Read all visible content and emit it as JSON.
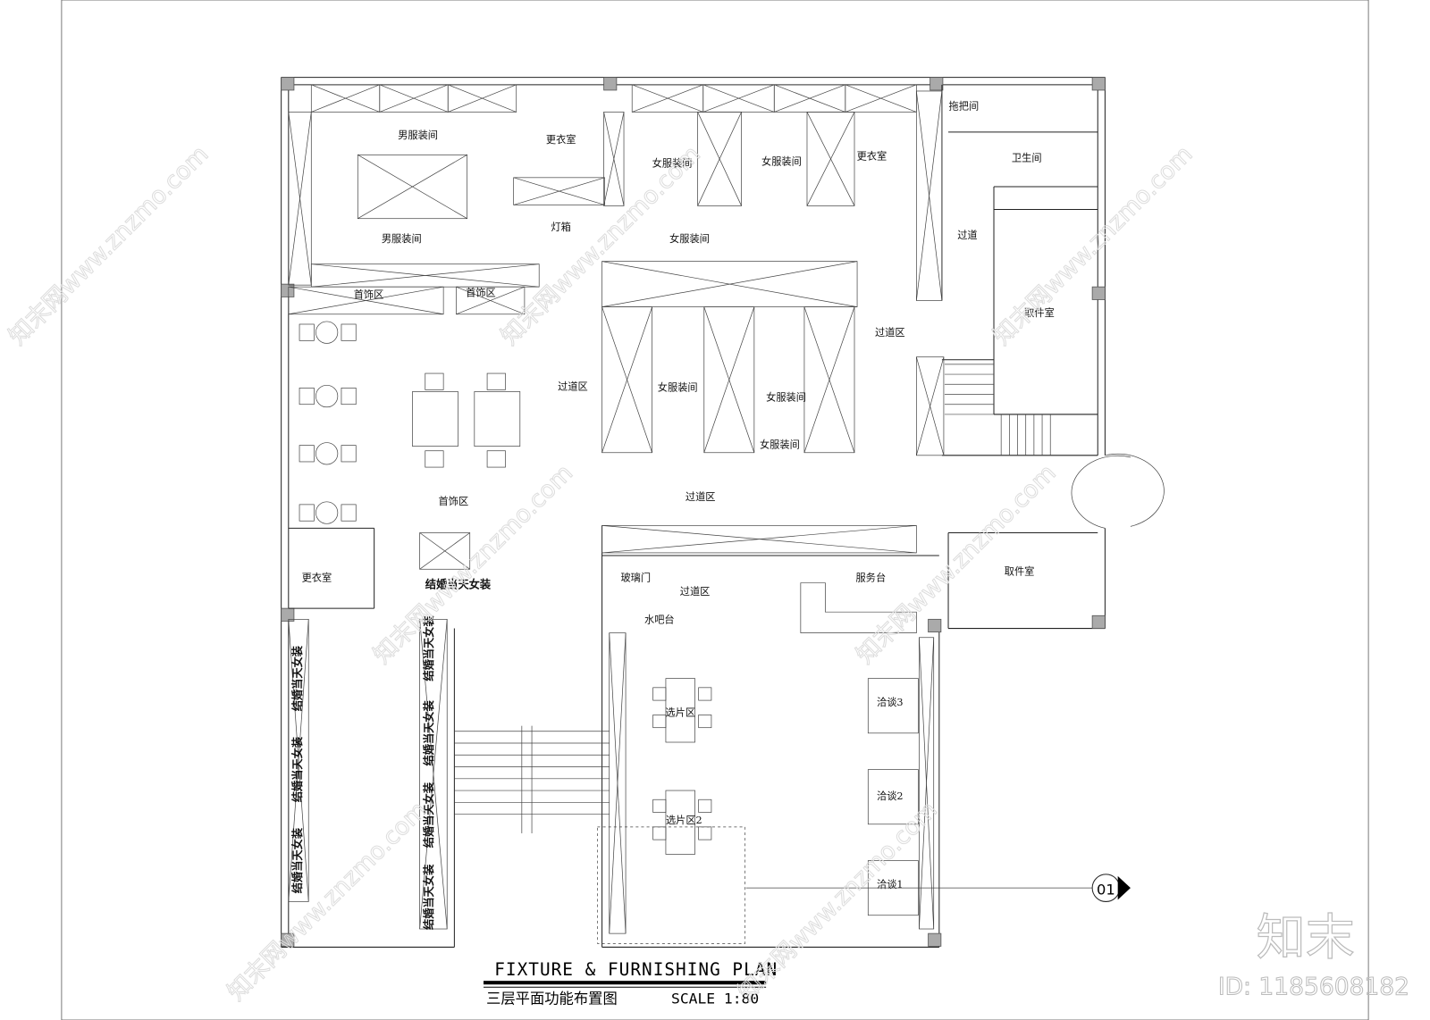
{
  "title": "FIXTURE & FURNISHING PLAN",
  "subtitle": "三层平面功能布置图",
  "scale": "SCALE  1:80",
  "section_marker": "01",
  "rooms": [
    "男服装间",
    "更衣室",
    "女服装间",
    "女服装间",
    "更衣室",
    "灯箱",
    "男服装间",
    "女服装间",
    "首饰区",
    "首饰区",
    "拖把间",
    "卫生间",
    "过道",
    "取件室",
    "过道区",
    "过道区",
    "女服装间",
    "女服装间",
    "女服装间",
    "首饰区",
    "过道区",
    "更衣室",
    "玻璃门",
    "服务台",
    "过道区",
    "取件室",
    "水吧台",
    "选片区",
    "选片区2",
    "洽谈3",
    "洽谈2",
    "洽谈1"
  ],
  "display_label": "结婚当天女装",
  "watermark": {
    "text": "知末网www.znzmo.com",
    "logo": "知末",
    "id": "ID: 1185608182"
  }
}
